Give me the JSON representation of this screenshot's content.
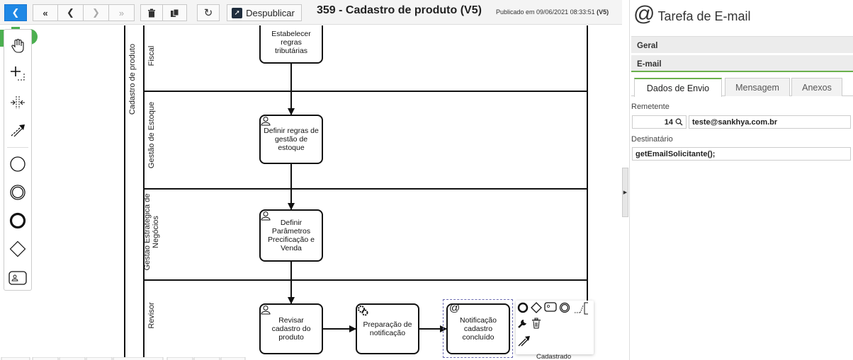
{
  "toolbar": {
    "title": "359 - Cadastro de produto (V5)",
    "published_prefix": "Publicado em 09/06/2021 08:33:51",
    "published_version": "(V5)",
    "unpublish_label": "Despublicar",
    "icons": [
      "back-icon",
      "first-icon",
      "prev-icon",
      "next-icon",
      "last-icon",
      "trash-icon",
      "copy-icon",
      "refresh-icon",
      "unpublish-icon"
    ]
  },
  "palette": {
    "tools": [
      "hand-tool-icon",
      "select-area-icon",
      "space-tool-icon",
      "connect-tool-icon",
      "start-event-icon",
      "intermediate-event-icon",
      "end-event-icon",
      "gateway-icon",
      "task-icon"
    ]
  },
  "diagram": {
    "pool_label": "Cadastro de produto",
    "lanes": [
      {
        "label": "Fiscal"
      },
      {
        "label": "Gestão de Estoque"
      },
      {
        "label": "Gestão Estratégica de Negócios"
      },
      {
        "label": "Revisor"
      }
    ],
    "tasks": {
      "fiscal": "Estabelecer regras tributárias",
      "estoque": "Definir regras de gestão de estoque",
      "negocios": "Definir Parâmetros Precificação e Venda",
      "revisar": "Revisar cadastro do produto",
      "preparacao": "Preparação de notificação",
      "notificacao": "Notificação cadastro concluído"
    },
    "end_label": "Cadastrado"
  },
  "panel": {
    "title": "Tarefa de E-mail",
    "section_geral": "Geral",
    "section_email": "E-mail",
    "tabs": [
      "Dados de Envio",
      "Mensagem",
      "Anexos"
    ],
    "sender_label": "Remetente",
    "sender_code": "14",
    "sender_email": "teste@sankhya.com.br",
    "recipient_label": "Destinatário",
    "recipient_value": "getEmailSolicitante();"
  },
  "colors": {
    "accent_blue": "#1e88e5",
    "accent_green": "#6ab04c",
    "end_event_green": "#4caf50"
  }
}
